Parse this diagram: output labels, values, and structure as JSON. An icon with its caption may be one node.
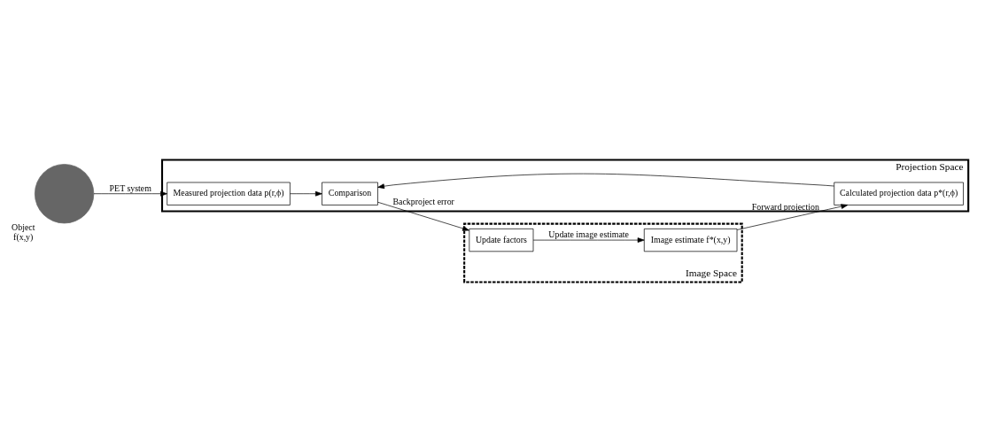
{
  "diagram": {
    "nodes": [
      {
        "text": [
          "Object",
          "f(x,y)"
        ]
      },
      {
        "text": [
          "Projection Space"
        ]
      },
      {
        "text": [
          "Image Space"
        ]
      },
      {
        "text": [
          "Measured projection data p(r,ϕ)"
        ],
        "in": 1
      },
      {
        "text": [
          "Calculated projection data p*(r,ϕ)"
        ],
        "in": 1
      },
      {
        "text": [
          "Comparison"
        ],
        "in": 1
      },
      {
        "text": [
          "Image estimate f*(x,y)"
        ],
        "in": 2
      },
      {
        "text": [
          "Update factors"
        ],
        "in": 2
      }
    ],
    "edges": [
      {
        "from": 0,
        "to": 3,
        "arrow": "to",
        "label": "PET system"
      },
      {
        "from": 3,
        "to": 5,
        "arrow": "to"
      },
      {
        "from": 4,
        "to": 5,
        "arrow": "to"
      },
      {
        "from": 5,
        "to": 7,
        "arrow": "to",
        "label": "Backproject error"
      },
      {
        "from": 7,
        "to": 6,
        "arrow": "to",
        "label": "Update image estimate"
      },
      {
        "from": 6,
        "to": 4,
        "arrow": "to",
        "label": "Forward projection"
      }
    ]
  }
}
